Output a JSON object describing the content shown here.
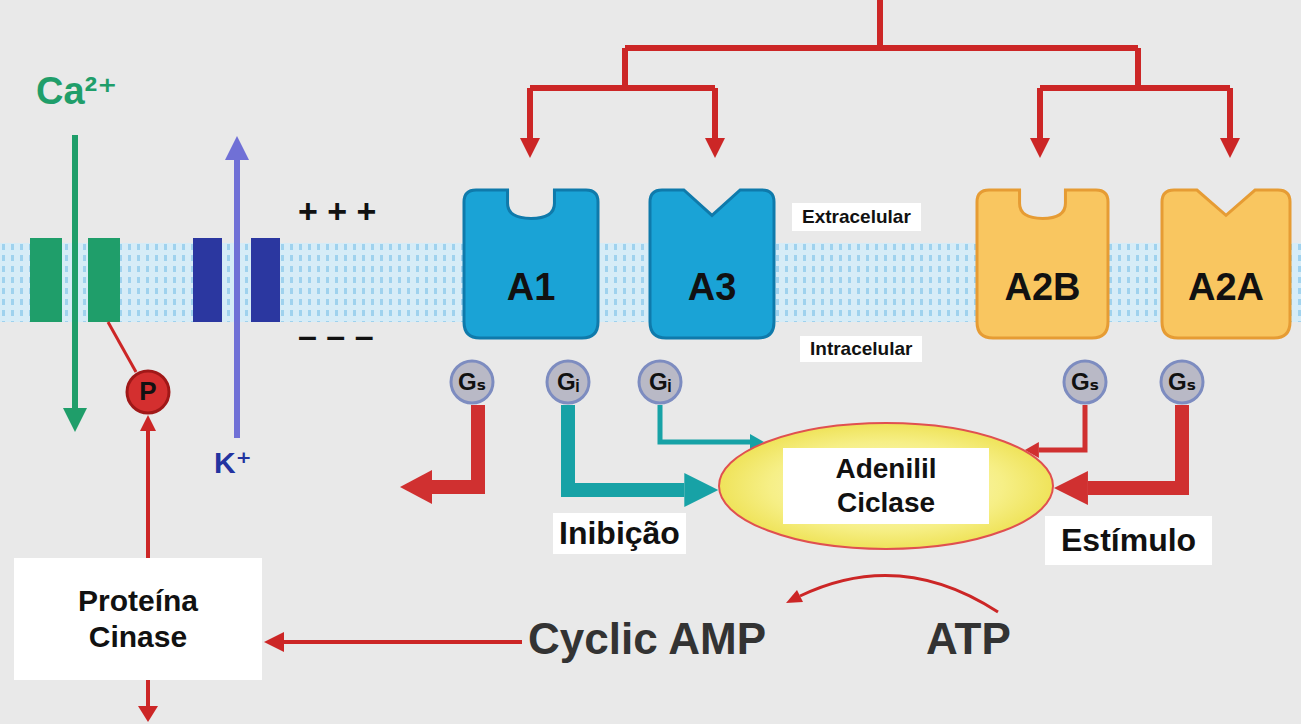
{
  "diagram": {
    "nodes": [
      {
        "text": [
          "A1"
        ]
      },
      {
        "text": [
          "A3"
        ]
      },
      {
        "text": [
          "A2B"
        ]
      },
      {
        "text": [
          "A2A"
        ]
      },
      {
        "text": [
          "P"
        ]
      },
      {
        "text": [
          "Gₛ"
        ]
      },
      {
        "text": [
          "Gᵢ"
        ]
      },
      {
        "text": [
          "Gᵢ"
        ]
      },
      {
        "text": [
          "Gₛ"
        ]
      },
      {
        "text": [
          "Gₛ"
        ]
      },
      {
        "text": [
          "Adenilil Ciclase"
        ]
      },
      {
        "text": [
          "Proteína Cinase"
        ]
      }
    ],
    "edges": [
      {
        "from": 6,
        "to": 10,
        "arrow": "to"
      },
      {
        "from": 7,
        "to": 10,
        "arrow": "to"
      },
      {
        "from": 8,
        "to": 10,
        "arrow": "to"
      },
      {
        "from": 9,
        "to": 10,
        "arrow": "to"
      },
      {
        "from": 11,
        "to": 4,
        "arrow": "to"
      }
    ],
    "labels": [
      "Ca²⁺",
      "K⁺",
      "+ + +",
      "– – –",
      "Extracelular",
      "Intracelular",
      "Inibição",
      "Estímulo",
      "Cyclic AMP",
      "ATP"
    ]
  }
}
